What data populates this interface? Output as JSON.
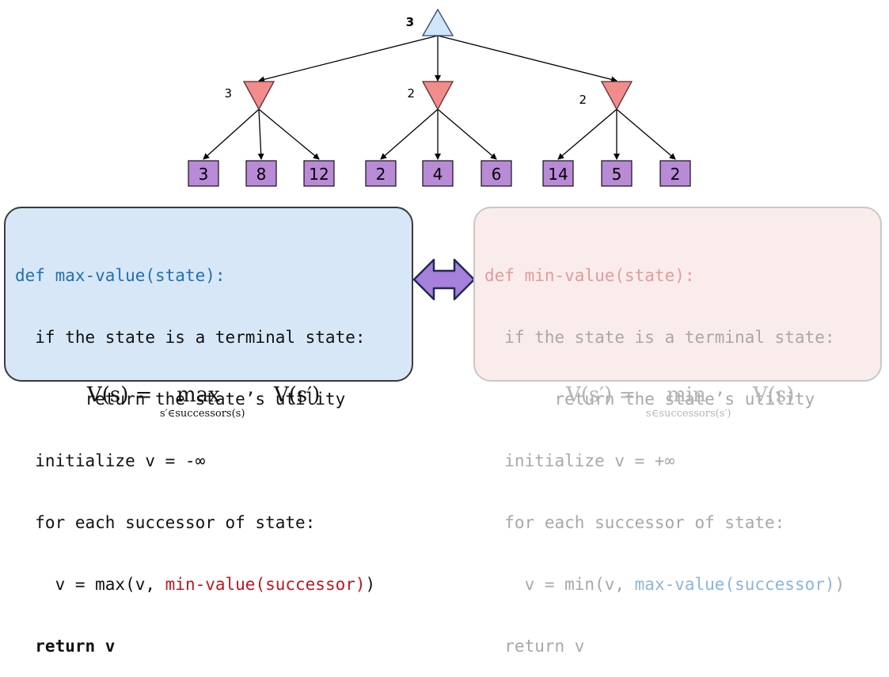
{
  "tree": {
    "root": {
      "value": "3"
    },
    "mins": [
      {
        "value": "3",
        "leaves": [
          "3",
          "8",
          "12"
        ]
      },
      {
        "value": "2",
        "leaves": [
          "2",
          "4",
          "6"
        ]
      },
      {
        "value": "2",
        "leaves": [
          "14",
          "5",
          "2"
        ]
      }
    ]
  },
  "colors": {
    "max_node": "#cfe6fb",
    "min_node": "#f08c8c",
    "leaf": "#b98ad6",
    "arrow": "#a680db"
  },
  "max_code": {
    "line1_kw": "def",
    "line1_fn": " max-value(state):",
    "line2": "  if the state is a terminal state:",
    "line3": "       return the state’s utility",
    "line4": "  initialize v = -∞",
    "line5": "  for each successor of state:",
    "line6_pre": "    v = max(v, ",
    "line6_call": "min-value(successor)",
    "line6_post": ")",
    "line7": "  return v"
  },
  "min_code": {
    "line1_kw": "def",
    "line1_fn": " min-value(state):",
    "line2": "  if the state is a terminal state:",
    "line3": "       return the state’s utility",
    "line4": "  initialize v = +∞",
    "line5": "  for each successor of state:",
    "line6_pre": "    v = min(v, ",
    "line6_call": "max-value(successor)",
    "line6_post": ")",
    "line7": "  return v"
  },
  "formulas": {
    "max_main_left": "V(s) = ",
    "max_op": "max",
    "max_main_right": "V(s′)",
    "max_sub": "s′∈successors(s)",
    "min_main_left": "V(s′) = ",
    "min_op": "min",
    "min_main_right": "V(s)",
    "min_sub": "s∈successors(s′)"
  }
}
